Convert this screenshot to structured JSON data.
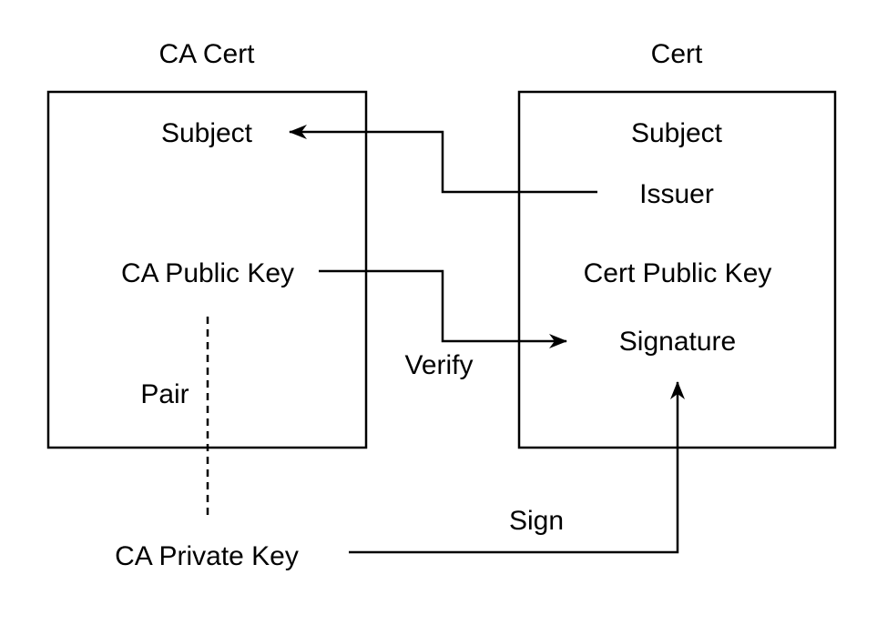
{
  "ca_cert": {
    "title": "CA Cert",
    "subject": "Subject",
    "public_key": "CA Public Key",
    "pair_label": "Pair"
  },
  "cert": {
    "title": "Cert",
    "subject": "Subject",
    "issuer": "Issuer",
    "public_key": "Cert Public Key",
    "signature": "Signature"
  },
  "private_key": "CA Private Key",
  "edges": {
    "verify_label": "Verify",
    "sign_label": "Sign"
  },
  "colors": {
    "stroke": "#000000",
    "background": "#ffffff"
  }
}
